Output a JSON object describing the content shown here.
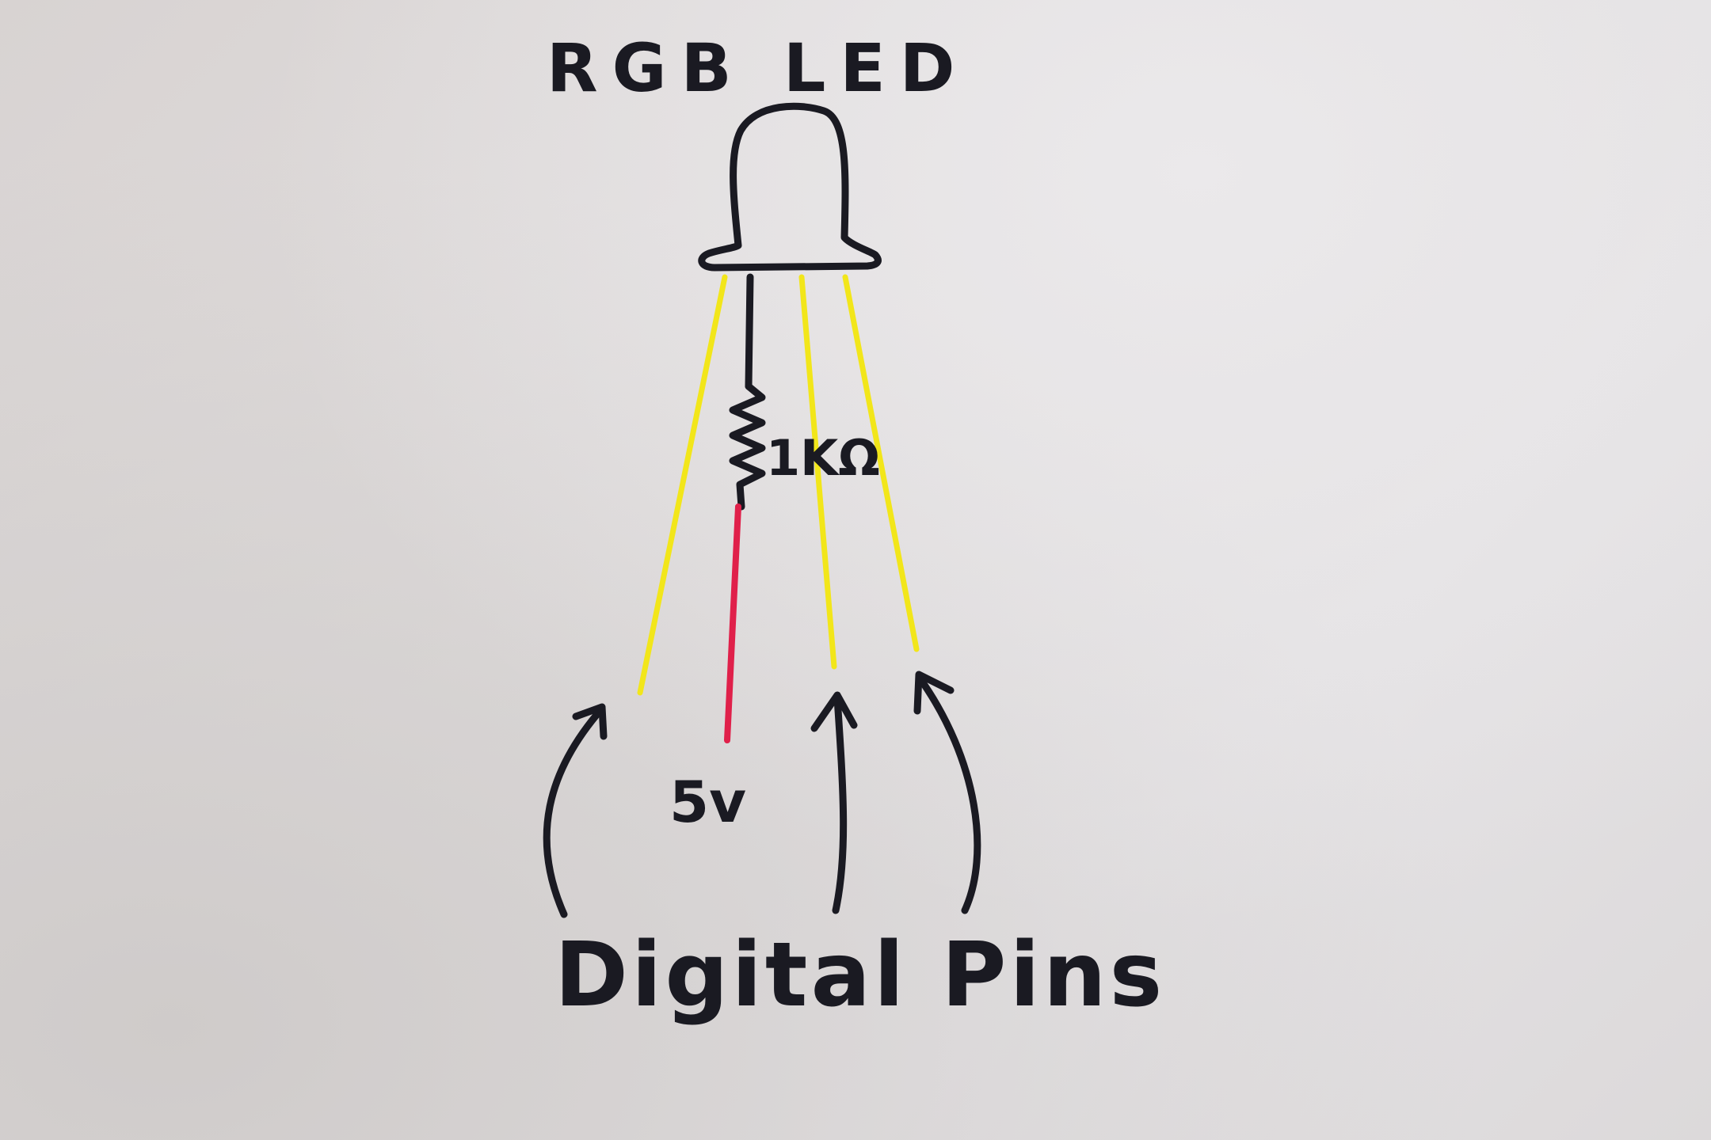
{
  "labels": {
    "title": "RGB LED",
    "resistor": "1KΩ",
    "voltage": "5v",
    "pins": "Digital Pins"
  },
  "colors": {
    "ink": "#1a1a22",
    "signal_lead": "#f2e61a",
    "power_lead": "#e0204a",
    "paper": "#e0dddd"
  }
}
